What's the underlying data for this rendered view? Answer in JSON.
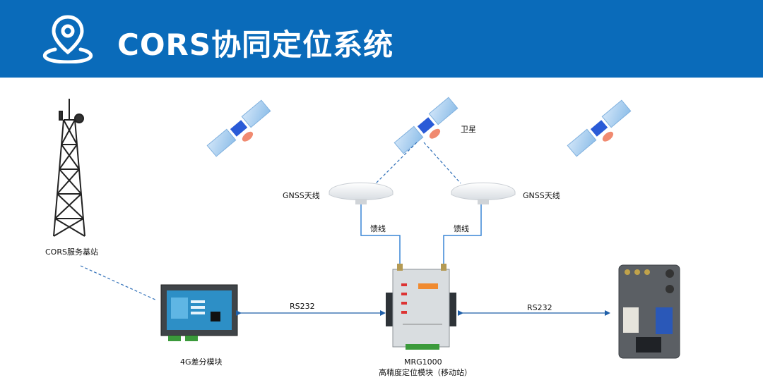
{
  "header": {
    "title": "CORS协同定位系统",
    "icon": "location-pin-icon",
    "background": "#0a6bba"
  },
  "diagram": {
    "satellite_label": "卫星",
    "antenna_left_label": "GNSS天线",
    "antenna_right_label": "GNSS天线",
    "feeder_left_label": "馈线",
    "feeder_right_label": "馈线",
    "base_station_label": "CORS服务基站",
    "module_4g_label": "4G差分模块",
    "rs232_left_label": "RS232",
    "rs232_right_label": "RS232",
    "mrg_label_line1": "MRG1000",
    "mrg_label_line2": "高精度定位模块（移动站）",
    "link_color": "#1f5fa8",
    "cable_color": "#3a86d6"
  }
}
